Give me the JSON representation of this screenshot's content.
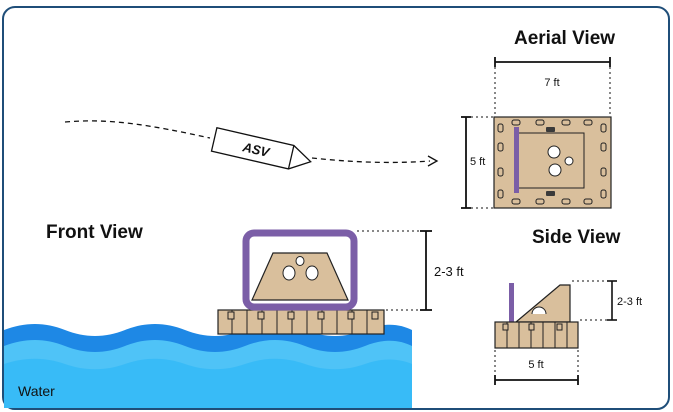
{
  "labels": {
    "aerial_view": "Aerial View",
    "front_view": "Front View",
    "side_view": "Side View",
    "water": "Water",
    "asv": "ASV"
  },
  "dimensions": {
    "aerial_width": "7 ft",
    "aerial_depth": "5 ft",
    "front_height": "2-3 ft",
    "side_height": "2-3 ft",
    "side_length": "5 ft"
  },
  "colors": {
    "frame_border": "#1f4e79",
    "wood": "#d9bf9c",
    "wood_outline": "#222222",
    "purple": "#7b5ea7",
    "water_light": "#4fc3f7",
    "water_dark": "#1e88e5",
    "line": "#111111"
  }
}
